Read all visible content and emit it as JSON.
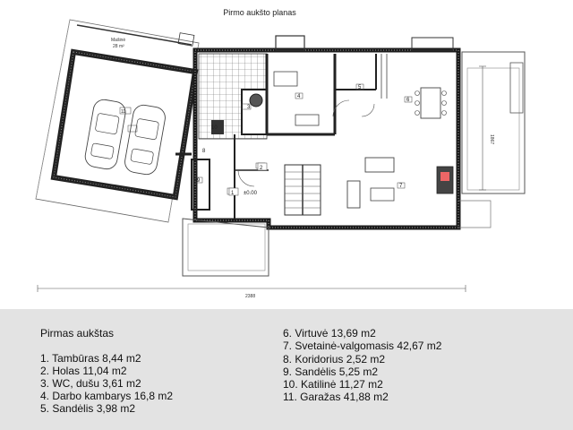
{
  "plan": {
    "title": "Pirmo aukšto planas",
    "labels": {
      "garage_name": "Mašinė",
      "garage_area": "28 m²",
      "elevation": "±0.00",
      "dim_width": "2388",
      "dim_height": "1867"
    },
    "room_numbers": [
      "1",
      "2",
      "3",
      "4",
      "5",
      "6",
      "7",
      "8",
      "9",
      "10",
      "11"
    ]
  },
  "legend": {
    "heading": "Pirmas aukštas",
    "left": [
      "1. Tambūras 8,44 m2",
      "2. Holas 11,04 m2",
      "3. WC, dušu 3,61 m2",
      "4. Darbo kambarys 16,8 m2",
      "5. Sandėlis 3,98 m2"
    ],
    "right": [
      "6. Virtuvė 13,69 m2",
      "7. Svetainė-valgomasis 42,67 m2",
      "8. Koridorius 2,52 m2",
      "9. Sandėlis 5,25 m2",
      "10. Katilinė 11,27 m2",
      "11. Garažas 41,88 m2"
    ]
  }
}
